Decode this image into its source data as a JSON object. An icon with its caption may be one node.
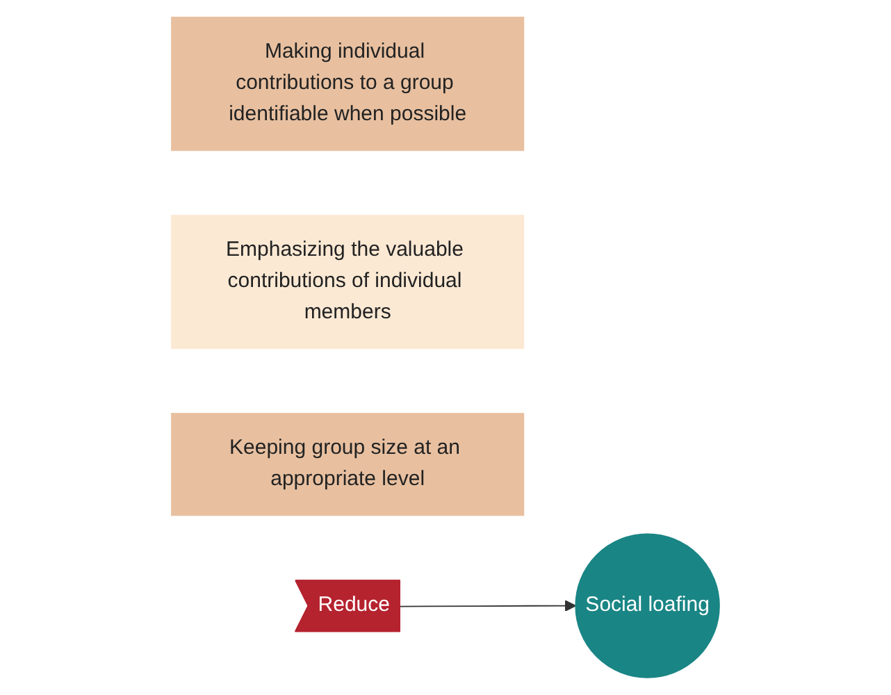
{
  "diagram": {
    "nodes": [
      {
        "text": [
          "Making individual contributions to a group identifiable when possible"
        ]
      },
      {
        "text": [
          "Emphasizing the valuable contributions of individual members"
        ]
      },
      {
        "text": [
          "Keeping group size at an appropriate level"
        ]
      },
      {
        "text": [
          "Reduce"
        ]
      },
      {
        "text": [
          "Social loafing"
        ]
      }
    ],
    "edges": [
      {
        "from": 3,
        "to": 4,
        "arrow": "to"
      }
    ]
  }
}
